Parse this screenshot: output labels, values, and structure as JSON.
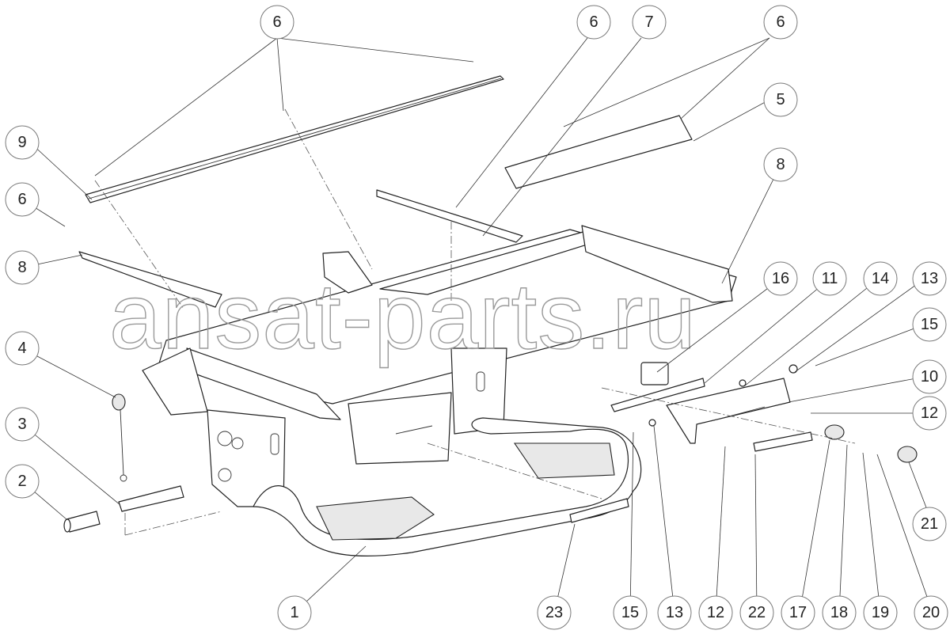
{
  "watermark": "ansat-parts.ru",
  "callouts": [
    "6",
    "6",
    "7",
    "6",
    "5",
    "9",
    "8",
    "6",
    "8",
    "16",
    "11",
    "14",
    "13",
    "15",
    "10",
    "12",
    "4",
    "3",
    "2",
    "21",
    "1",
    "23",
    "15",
    "13",
    "12",
    "22",
    "17",
    "18",
    "19",
    "20"
  ]
}
